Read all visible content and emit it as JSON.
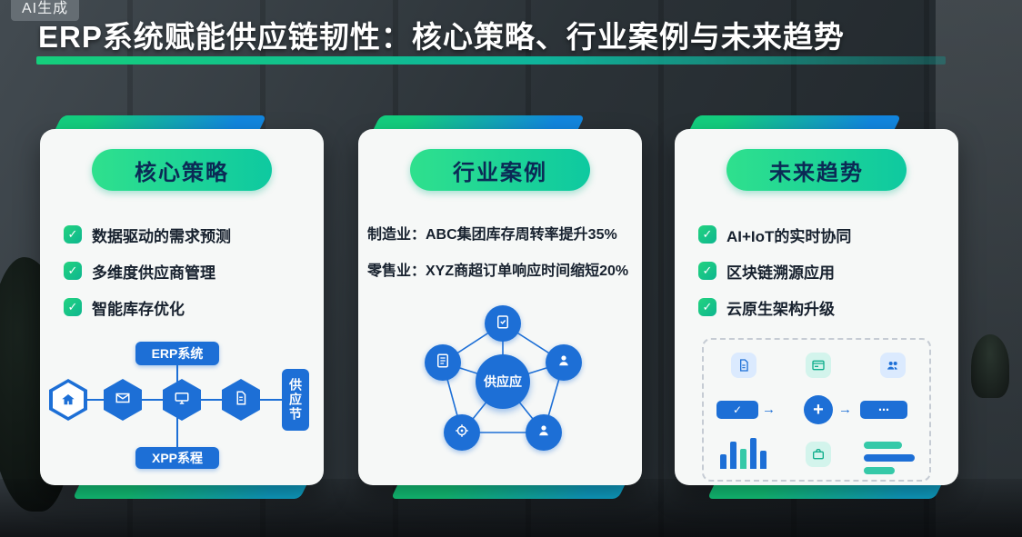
{
  "badge": {
    "label": "AI生成"
  },
  "header": {
    "title": "ERP系统赋能供应链韧性：核心策略、行业案例与未来趋势"
  },
  "glyphs": {
    "check": "✓",
    "plus": "+",
    "arrow": "→",
    "dots": "⋯"
  },
  "colors": {
    "accent_green": "#14cf7f",
    "accent_teal": "#0ec9a0",
    "primary_blue": "#1d6fd6",
    "card_bg": "#f6f8f7",
    "pill_text": "#0b2a55",
    "title_text": "#ffffff"
  },
  "cards": [
    {
      "title": "核心策略",
      "bullets": [
        "数据驱动的需求预测",
        "多维度供应商管理",
        "智能库存优化"
      ],
      "diagram": {
        "top_box": "ERP系统",
        "side_box": "供应节",
        "bottom_box": "XPP系程"
      }
    },
    {
      "title": "行业案例",
      "cases": [
        "制造业：ABC集团库存周转率提升35%",
        "零售业：XYZ商超订单响应时间缩短20%"
      ],
      "diagram": {
        "center_label": "供应应"
      }
    },
    {
      "title": "未来趋势",
      "bullets": [
        "AI+IoT的实时协同",
        "区块链溯源应用",
        "云原生架构升级"
      ]
    }
  ]
}
